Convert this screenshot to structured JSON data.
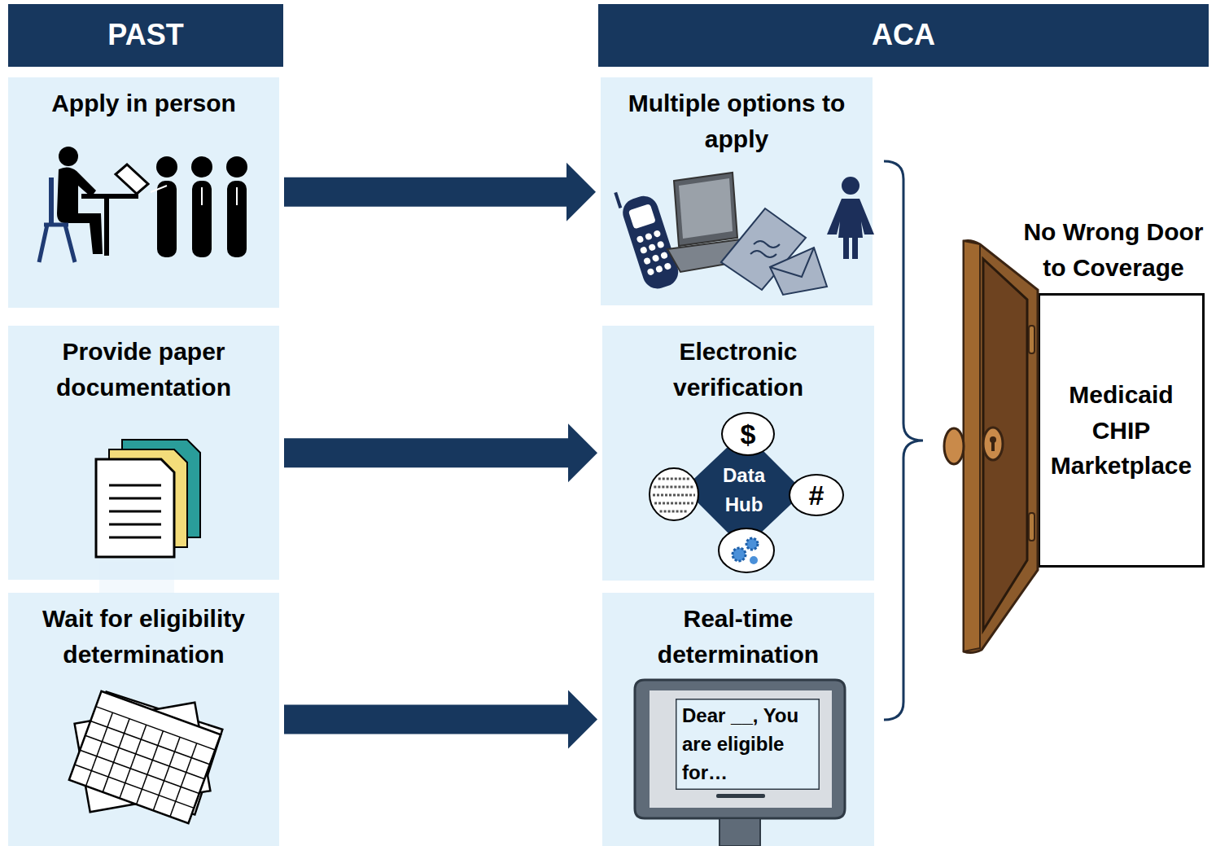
{
  "diagram": {
    "nodes": [
      {
        "text": [
          "PAST"
        ]
      },
      {
        "text": [
          "ACA"
        ]
      },
      {
        "text": [
          "Apply in person"
        ]
      },
      {
        "text": [
          "Multiple options to apply"
        ]
      },
      {
        "text": [
          "Provide paper documentation"
        ]
      },
      {
        "text": [
          "Electronic verification"
        ]
      },
      {
        "text": [
          "Data Hub"
        ],
        "in": 5
      },
      {
        "text": [
          "$"
        ],
        "in": 5
      },
      {
        "text": [
          "#"
        ],
        "in": 5
      },
      {
        "text": [
          "Wait for eligibility determination"
        ]
      },
      {
        "text": [
          "Real-time determination"
        ]
      },
      {
        "text": [
          "Dear __, You are eligible for…"
        ],
        "in": 10
      },
      {
        "text": [
          "No Wrong Door to Coverage",
          "Medicaid CHIP Marketplace"
        ]
      }
    ],
    "edges": [
      {
        "from": 2,
        "to": 3,
        "arrow": "to"
      },
      {
        "from": 4,
        "to": 5,
        "arrow": "to"
      },
      {
        "from": 9,
        "to": 10,
        "arrow": "to"
      }
    ]
  }
}
